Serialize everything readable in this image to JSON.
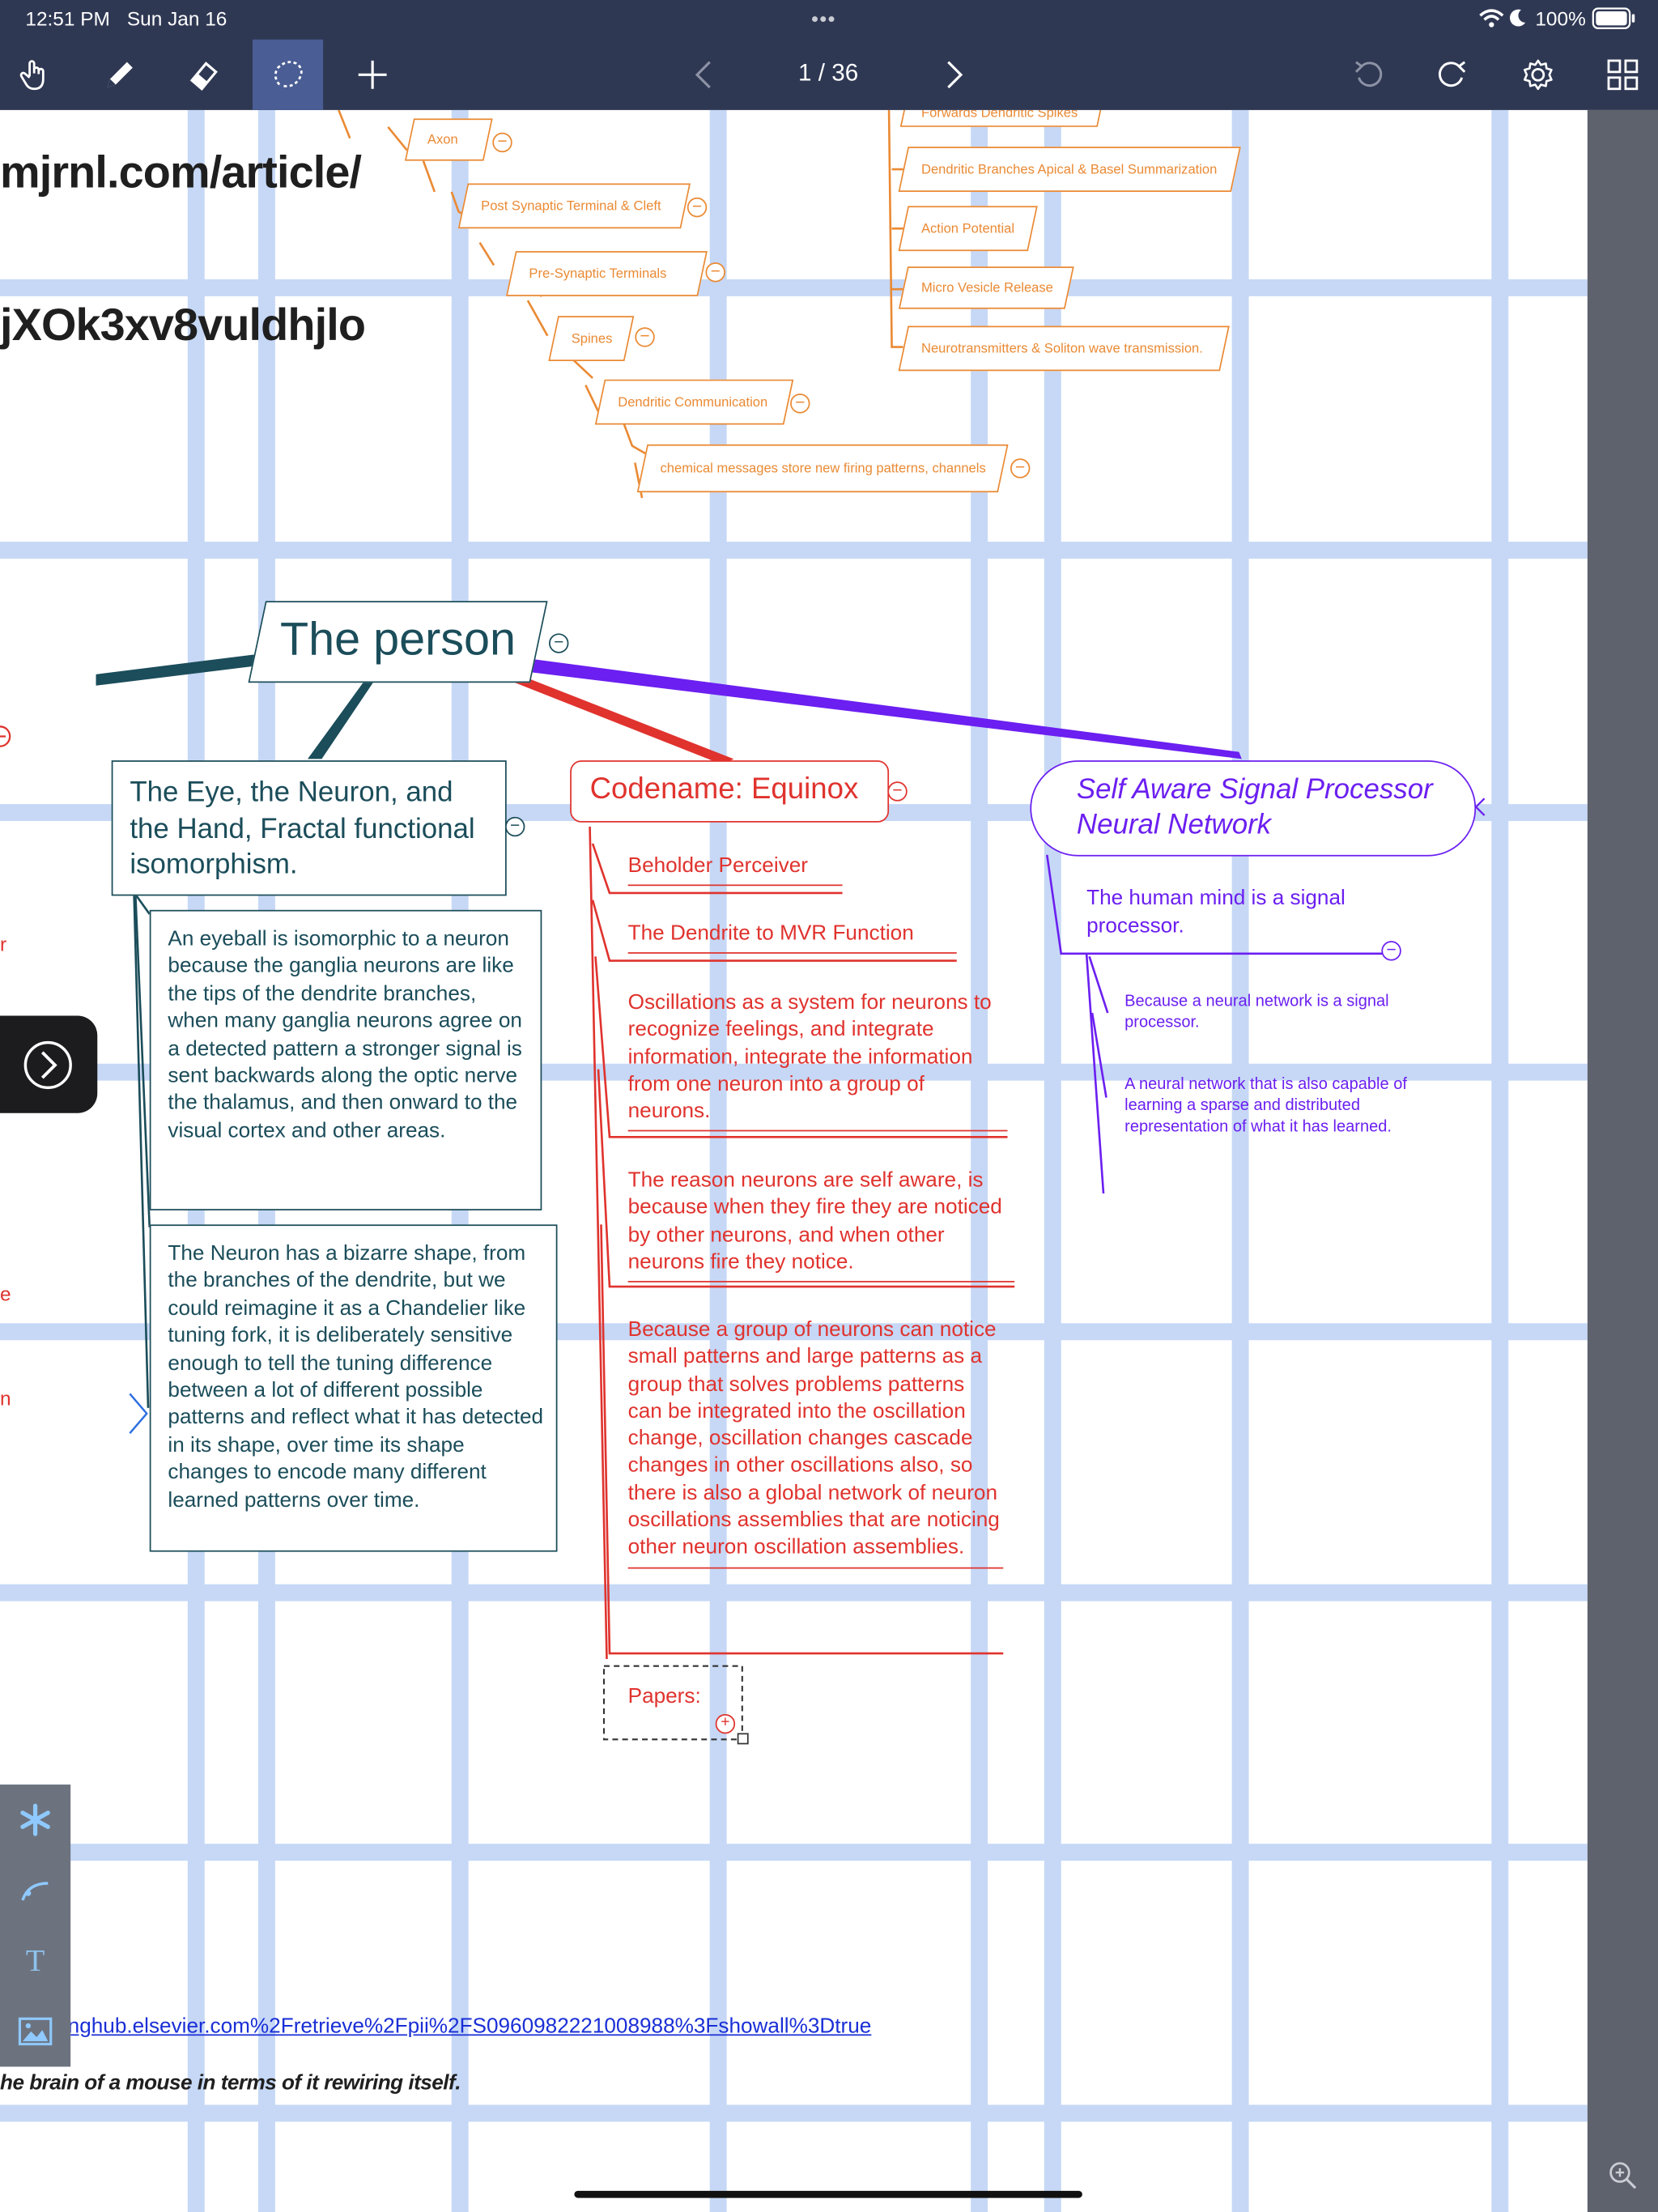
{
  "status_bar": {
    "time": "12:51 PM",
    "date": "Sun Jan 16",
    "more": "•••",
    "battery": "100%"
  },
  "toolbar": {
    "tools": [
      "hand-tool",
      "pen-tool",
      "eraser-tool",
      "lasso-tool",
      "add-tool"
    ],
    "page_indicator": "1 / 36",
    "actions": [
      "undo",
      "redo",
      "settings",
      "grid-view"
    ]
  },
  "canvas": {
    "url_fragment_1": "mjrnl.com/article/",
    "url_fragment_2": "jXOk3xv8vuldhjlo",
    "link_text": "nghub.elsevier.com%2Fretrieve%2Fpii%2FS0960982221008988%3Fshowall%3Dtrue",
    "caption_text": "he brain of a mouse in terms of it rewiring itself.",
    "orange_nodes_left": [
      "Axon",
      "Post Synaptic Terminal & Cleft",
      "Pre-Synaptic Terminals",
      "Spines",
      "Dendritic Communication",
      "chemical messages store new firing patterns, channels"
    ],
    "orange_nodes_right": [
      "Forwards Dendritic Spikes",
      "Dendritic Branches Apical & Basel Summarization",
      "Action Potential",
      "Micro Vesicle Release",
      "Neurotransmitters & Soliton wave transmission."
    ],
    "root": {
      "title": "The person"
    },
    "teal_branch": {
      "title": "The Eye, the Neuron, and the Hand, Fractal functional isomorphism.",
      "items": [
        "An eyeball is isomorphic to a neuron because the ganglia neurons are like the tips of the dendrite branches, when many ganglia neurons agree on a detected pattern a stronger signal is sent backwards along the optic nerve the thalamus, and then onward to the visual cortex and other areas.",
        "The Neuron has a bizarre shape, from the branches of the dendrite, but we could reimagine it as a Chandelier like tuning fork, it is deliberately sensitive enough to tell the tuning difference between a lot of different possible patterns and reflect what it has detected in its shape, over time its shape changes to encode many different learned patterns over time."
      ]
    },
    "red_branch": {
      "title": "Codename: Equinox",
      "items": [
        "Beholder Perceiver",
        "The Dendrite to MVR Function",
        "Oscillations as a system for neurons to recognize feelings, and integrate information, integrate the information from one neuron into a group of neurons.",
        "The reason neurons are self aware, is because when they fire they are noticed by other neurons, and when other neurons fire they notice.",
        "Because a group of neurons can notice small patterns and large patterns as a group that solves problems patterns can be integrated into the oscillation change, oscillation changes cascade changes in other oscillations also, so there is also a global network of neuron oscillations assemblies that are noticing other neuron oscillation assemblies.",
        "Papers:"
      ]
    },
    "purple_branch": {
      "title": "Self Aware Signal Processor Neural Network",
      "subtitle": "The human mind is a signal processor.",
      "items": [
        "Because a neural network is a signal processor.",
        "A neural network that is also capable of learning a sparse and distributed representation of what it has learned."
      ]
    },
    "edge_marks": [
      "r",
      "e",
      "n"
    ]
  },
  "side_tools": [
    "asterisk-tool",
    "shape-tool",
    "text-tool",
    "image-tool"
  ],
  "colors": {
    "toolbar_bg": "#2f3853",
    "grid": "#c6d8f6",
    "orange": "#ea8a34",
    "teal": "#1b4d5a",
    "red": "#e0332e",
    "purple": "#6b1ff0"
  }
}
